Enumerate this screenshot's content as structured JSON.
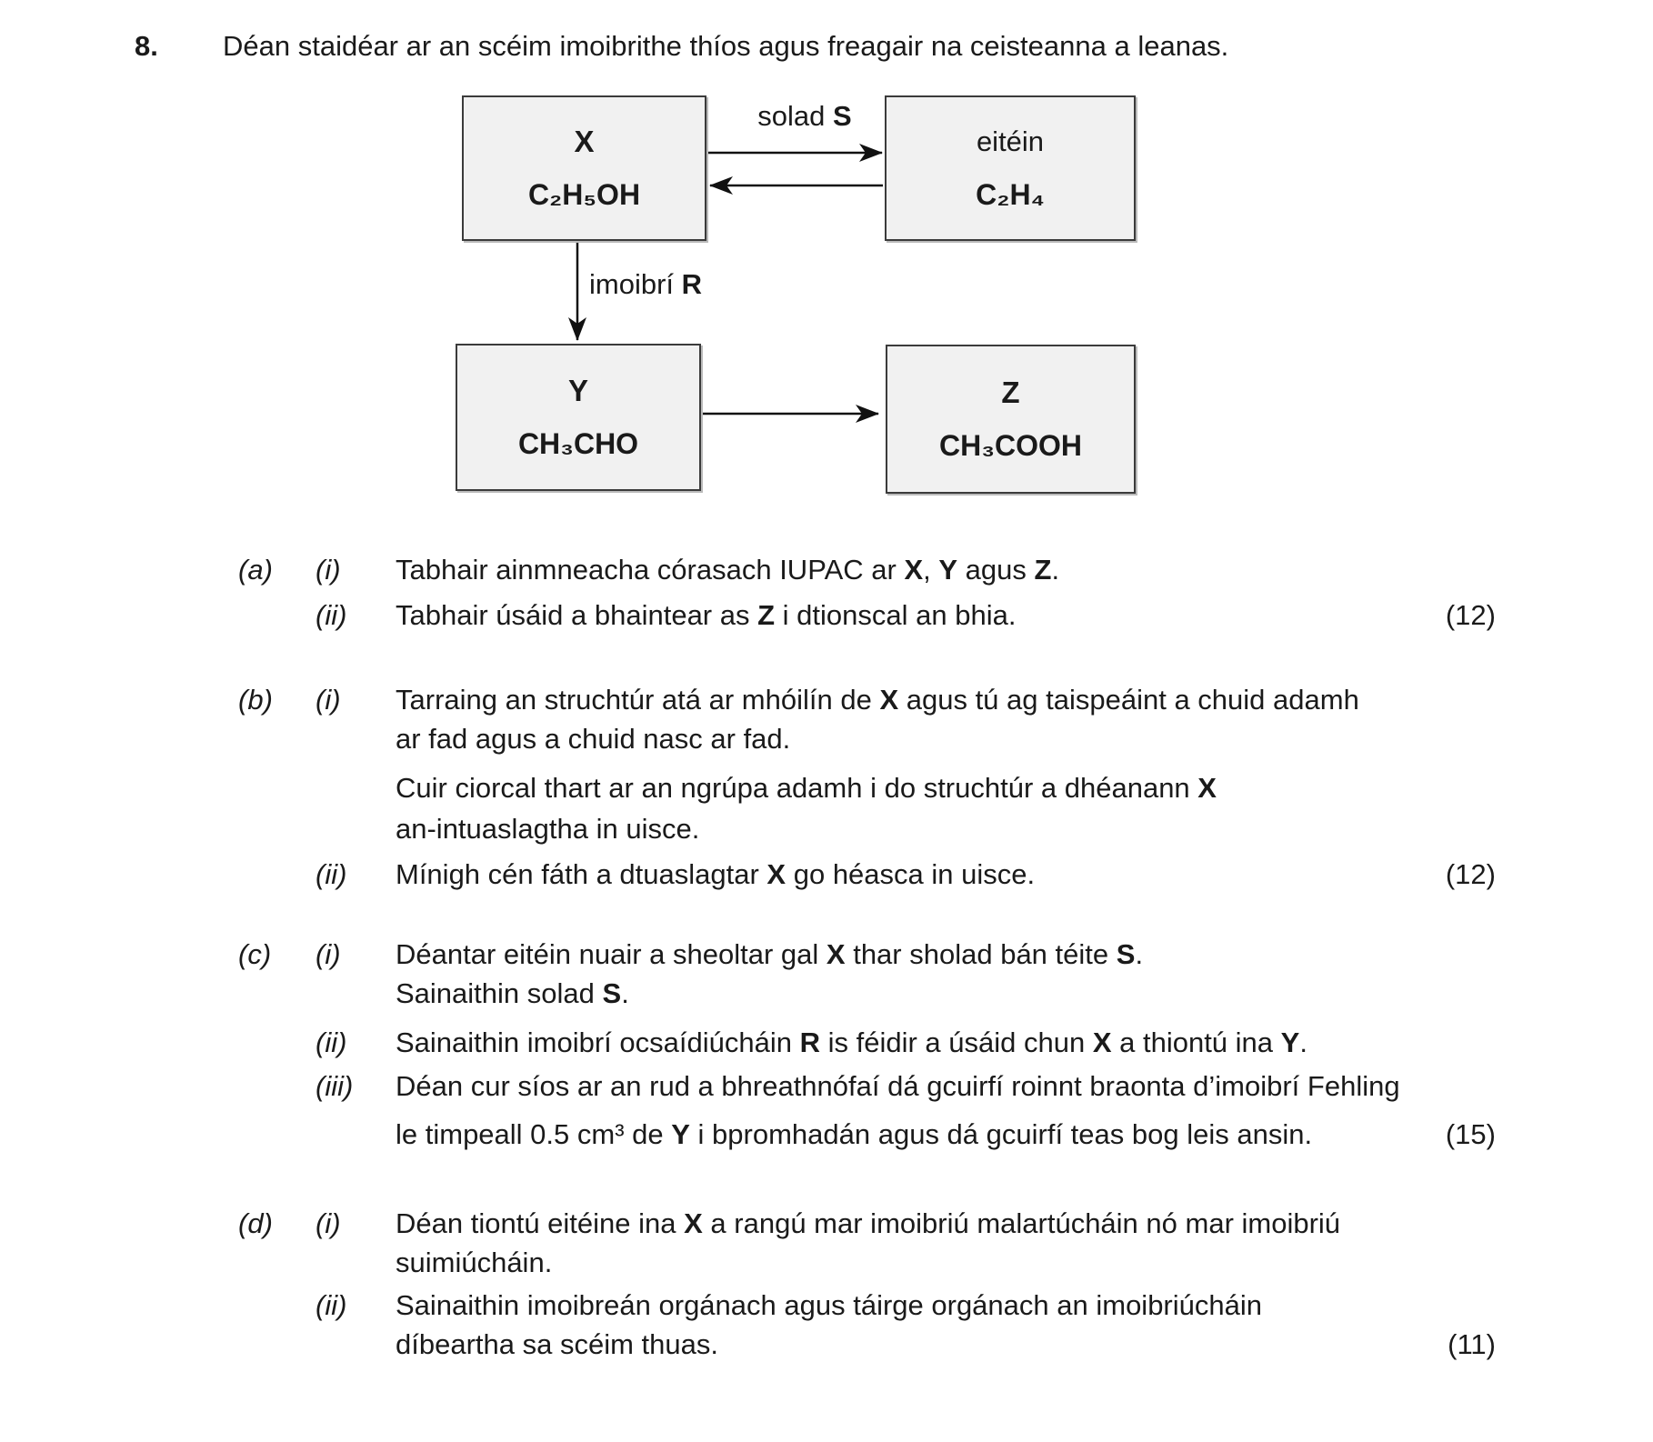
{
  "header": {
    "number": "8.",
    "title": "Déan staidéar ar an scéim imoibrithe thíos agus freagair na ceisteanna a leanas."
  },
  "colors": {
    "box_fill": "#f1f1f1",
    "box_border": "#3b3b3b",
    "text": "#1a1a1a"
  },
  "diagram": {
    "box_x": {
      "name": "X",
      "formula": "C₂H₅OH"
    },
    "box_eitein": {
      "name": "eitéin",
      "formula": "C₂H₄"
    },
    "box_y": {
      "name": "Y",
      "formula": "CH₃CHO"
    },
    "box_z": {
      "name": "Z",
      "formula": "CH₃COOH"
    },
    "label_solad": [
      {
        "t": "solad "
      },
      {
        "t": "S",
        "b": true
      }
    ],
    "label_imoibri": [
      {
        "t": "imoibrí "
      },
      {
        "t": "R",
        "b": true
      }
    ]
  },
  "lines": [
    {
      "part": "(a)",
      "sub": "(i)",
      "marks": "",
      "segments": [
        {
          "t": "Tabhair ainmneacha córasach IUPAC ar "
        },
        {
          "t": "X",
          "b": true
        },
        {
          "t": ", "
        },
        {
          "t": "Y",
          "b": true
        },
        {
          "t": " agus "
        },
        {
          "t": "Z",
          "b": true
        },
        {
          "t": "."
        }
      ]
    },
    {
      "part": "",
      "sub": "(ii)",
      "marks": "(12)",
      "segments": [
        {
          "t": "Tabhair úsáid a bhaintear as "
        },
        {
          "t": "Z",
          "b": true
        },
        {
          "t": " i dtionscal an bhia."
        }
      ]
    },
    {
      "part": "(b)",
      "sub": "(i)",
      "marks": "",
      "segments": [
        {
          "t": "Tarraing an struchtúr atá ar mhóilín de "
        },
        {
          "t": "X",
          "b": true
        },
        {
          "t": " agus tú ag taispeáint a chuid adamh"
        }
      ]
    },
    {
      "part": "",
      "sub": "",
      "marks": "",
      "segments": [
        {
          "t": "ar fad agus a chuid nasc ar fad."
        }
      ]
    },
    {
      "part": "",
      "sub": "",
      "marks": "",
      "segments": [
        {
          "t": "Cuir ciorcal thart ar an ngrúpa adamh i do struchtúr a dhéanann "
        },
        {
          "t": "X",
          "b": true
        }
      ]
    },
    {
      "part": "",
      "sub": "",
      "marks": "",
      "segments": [
        {
          "t": "an-intuaslagtha in uisce."
        }
      ]
    },
    {
      "part": "",
      "sub": "(ii)",
      "marks": "(12)",
      "segments": [
        {
          "t": "Mínigh cén fáth a dtuaslagtar "
        },
        {
          "t": "X",
          "b": true
        },
        {
          "t": " go héasca in uisce."
        }
      ]
    },
    {
      "part": "(c)",
      "sub": "(i)",
      "marks": "",
      "segments": [
        {
          "t": "Déantar eitéin nuair a sheoltar gal "
        },
        {
          "t": "X",
          "b": true
        },
        {
          "t": " thar sholad bán téite "
        },
        {
          "t": "S",
          "b": true
        },
        {
          "t": "."
        }
      ]
    },
    {
      "part": "",
      "sub": "",
      "marks": "",
      "segments": [
        {
          "t": "Sainaithin solad "
        },
        {
          "t": "S",
          "b": true
        },
        {
          "t": "."
        }
      ]
    },
    {
      "part": "",
      "sub": "(ii)",
      "marks": "",
      "segments": [
        {
          "t": "Sainaithin imoibrí ocsaídiúcháin "
        },
        {
          "t": "R",
          "b": true
        },
        {
          "t": " is féidir a úsáid chun "
        },
        {
          "t": "X",
          "b": true
        },
        {
          "t": " a thiontú ina "
        },
        {
          "t": "Y",
          "b": true
        },
        {
          "t": "."
        }
      ]
    },
    {
      "part": "",
      "sub": "(iii)",
      "marks": "",
      "segments": [
        {
          "t": "Déan cur síos ar an rud a bhreathnófaí dá gcuirfí roinnt braonta d’imoibrí Fehling"
        }
      ]
    },
    {
      "part": "",
      "sub": "",
      "marks": "(15)",
      "segments": [
        {
          "t": "le timpeall 0.5 cm³ de "
        },
        {
          "t": "Y",
          "b": true
        },
        {
          "t": " i bpromhadán agus dá gcuirfí teas bog leis ansin."
        }
      ]
    },
    {
      "part": "(d)",
      "sub": "(i)",
      "marks": "",
      "segments": [
        {
          "t": "Déan tiontú eitéine ina "
        },
        {
          "t": "X",
          "b": true
        },
        {
          "t": " a rangú mar imoibriú malartúcháin nó mar imoibriú"
        }
      ]
    },
    {
      "part": "",
      "sub": "",
      "marks": "",
      "segments": [
        {
          "t": "suimiúcháin."
        }
      ]
    },
    {
      "part": "",
      "sub": "(ii)",
      "marks": "",
      "segments": [
        {
          "t": "Sainaithin imoibreán orgánach agus táirge orgánach an imoibriúcháin"
        }
      ]
    },
    {
      "part": "",
      "sub": "",
      "marks": "(11)",
      "segments": [
        {
          "t": "díbeartha sa scéim thuas."
        }
      ]
    }
  ]
}
